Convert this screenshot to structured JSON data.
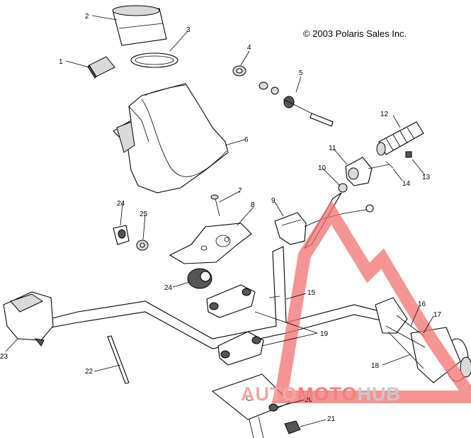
{
  "copyright": "© 2003 Polaris Sales Inc.",
  "callouts": [
    "1",
    "2",
    "3",
    "4",
    "5",
    "6",
    "7",
    "8",
    "9",
    "10",
    "11",
    "12",
    "13",
    "14",
    "24",
    "25",
    "24",
    "15",
    "23",
    "22",
    "19",
    "16",
    "17",
    "18",
    "20",
    "21"
  ],
  "watermark": {
    "left": "AUTO",
    "middle": "MOTO",
    "right": "HUB",
    "left_color": "#f2a6a6",
    "middle_color": "#f08080",
    "right_color": "#c8c8c8",
    "logo_color": "#f07070"
  }
}
